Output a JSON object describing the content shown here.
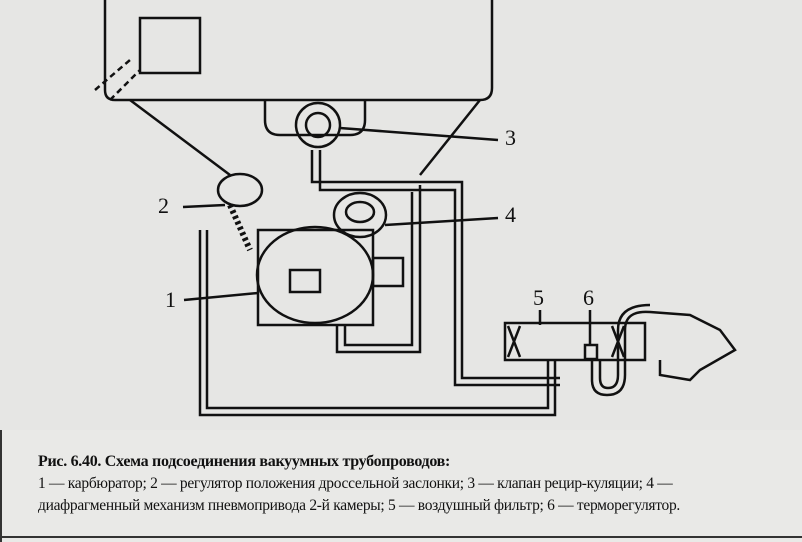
{
  "diagram": {
    "labels": [
      "1",
      "2",
      "3",
      "4",
      "5",
      "6"
    ]
  },
  "caption": {
    "title": "Рис. 6.40.  Схема подсоединения вакуумных трубопроводов:",
    "body": "1 — карбюратор; 2 — регулятор положения дроссельной заслонки; 3 — клапан рецир-куляции; 4 — диафрагменный механизм пневмопривода 2-й камеры; 5 — воздушный фильтр; 6 — терморегулятор."
  }
}
